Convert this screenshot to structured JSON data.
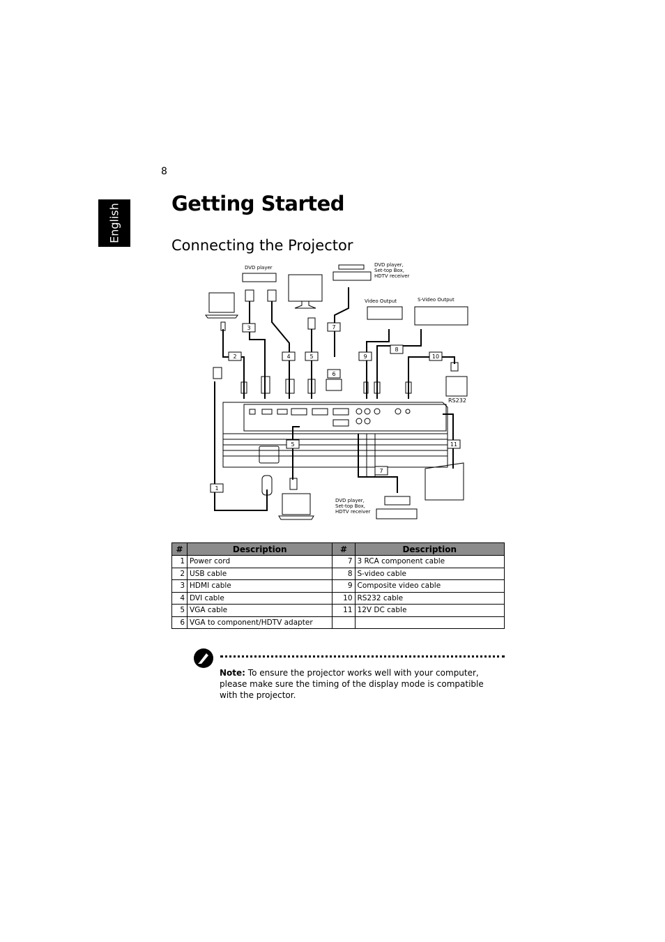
{
  "page_number": "8",
  "language_tab": "English",
  "title": "Getting Started",
  "subtitle": "Connecting the Projector",
  "diagram": {
    "labels": {
      "dvd_player_top": "DVD player",
      "dvd_settop_top": "DVD player,\nSet-top Box,\nHDTV receiver",
      "video_output": "Video Output",
      "svideo_output": "S-Video Output",
      "rs232": "RS232",
      "dvd_settop_bottom": "DVD player,\nSet-top Box,\nHDTV receiver"
    },
    "callouts": [
      "1",
      "2",
      "3",
      "4",
      "5",
      "5",
      "6",
      "7",
      "7",
      "8",
      "9",
      "10",
      "11"
    ]
  },
  "table": {
    "headers": [
      "#",
      "Description",
      "#",
      "Description"
    ],
    "rows": [
      [
        "1",
        "Power cord",
        "7",
        "3 RCA component cable"
      ],
      [
        "2",
        "USB cable",
        "8",
        "S-video cable"
      ],
      [
        "3",
        "HDMI cable",
        "9",
        "Composite video cable"
      ],
      [
        "4",
        "DVI cable",
        "10",
        "RS232 cable"
      ],
      [
        "5",
        "VGA cable",
        "11",
        "12V DC cable"
      ],
      [
        "6",
        "VGA to component/HDTV adapter",
        "",
        ""
      ]
    ]
  },
  "note": {
    "label": "Note:",
    "text": "To ensure the projector works well with your computer, please make sure the timing of the display mode is compatible with the projector."
  }
}
